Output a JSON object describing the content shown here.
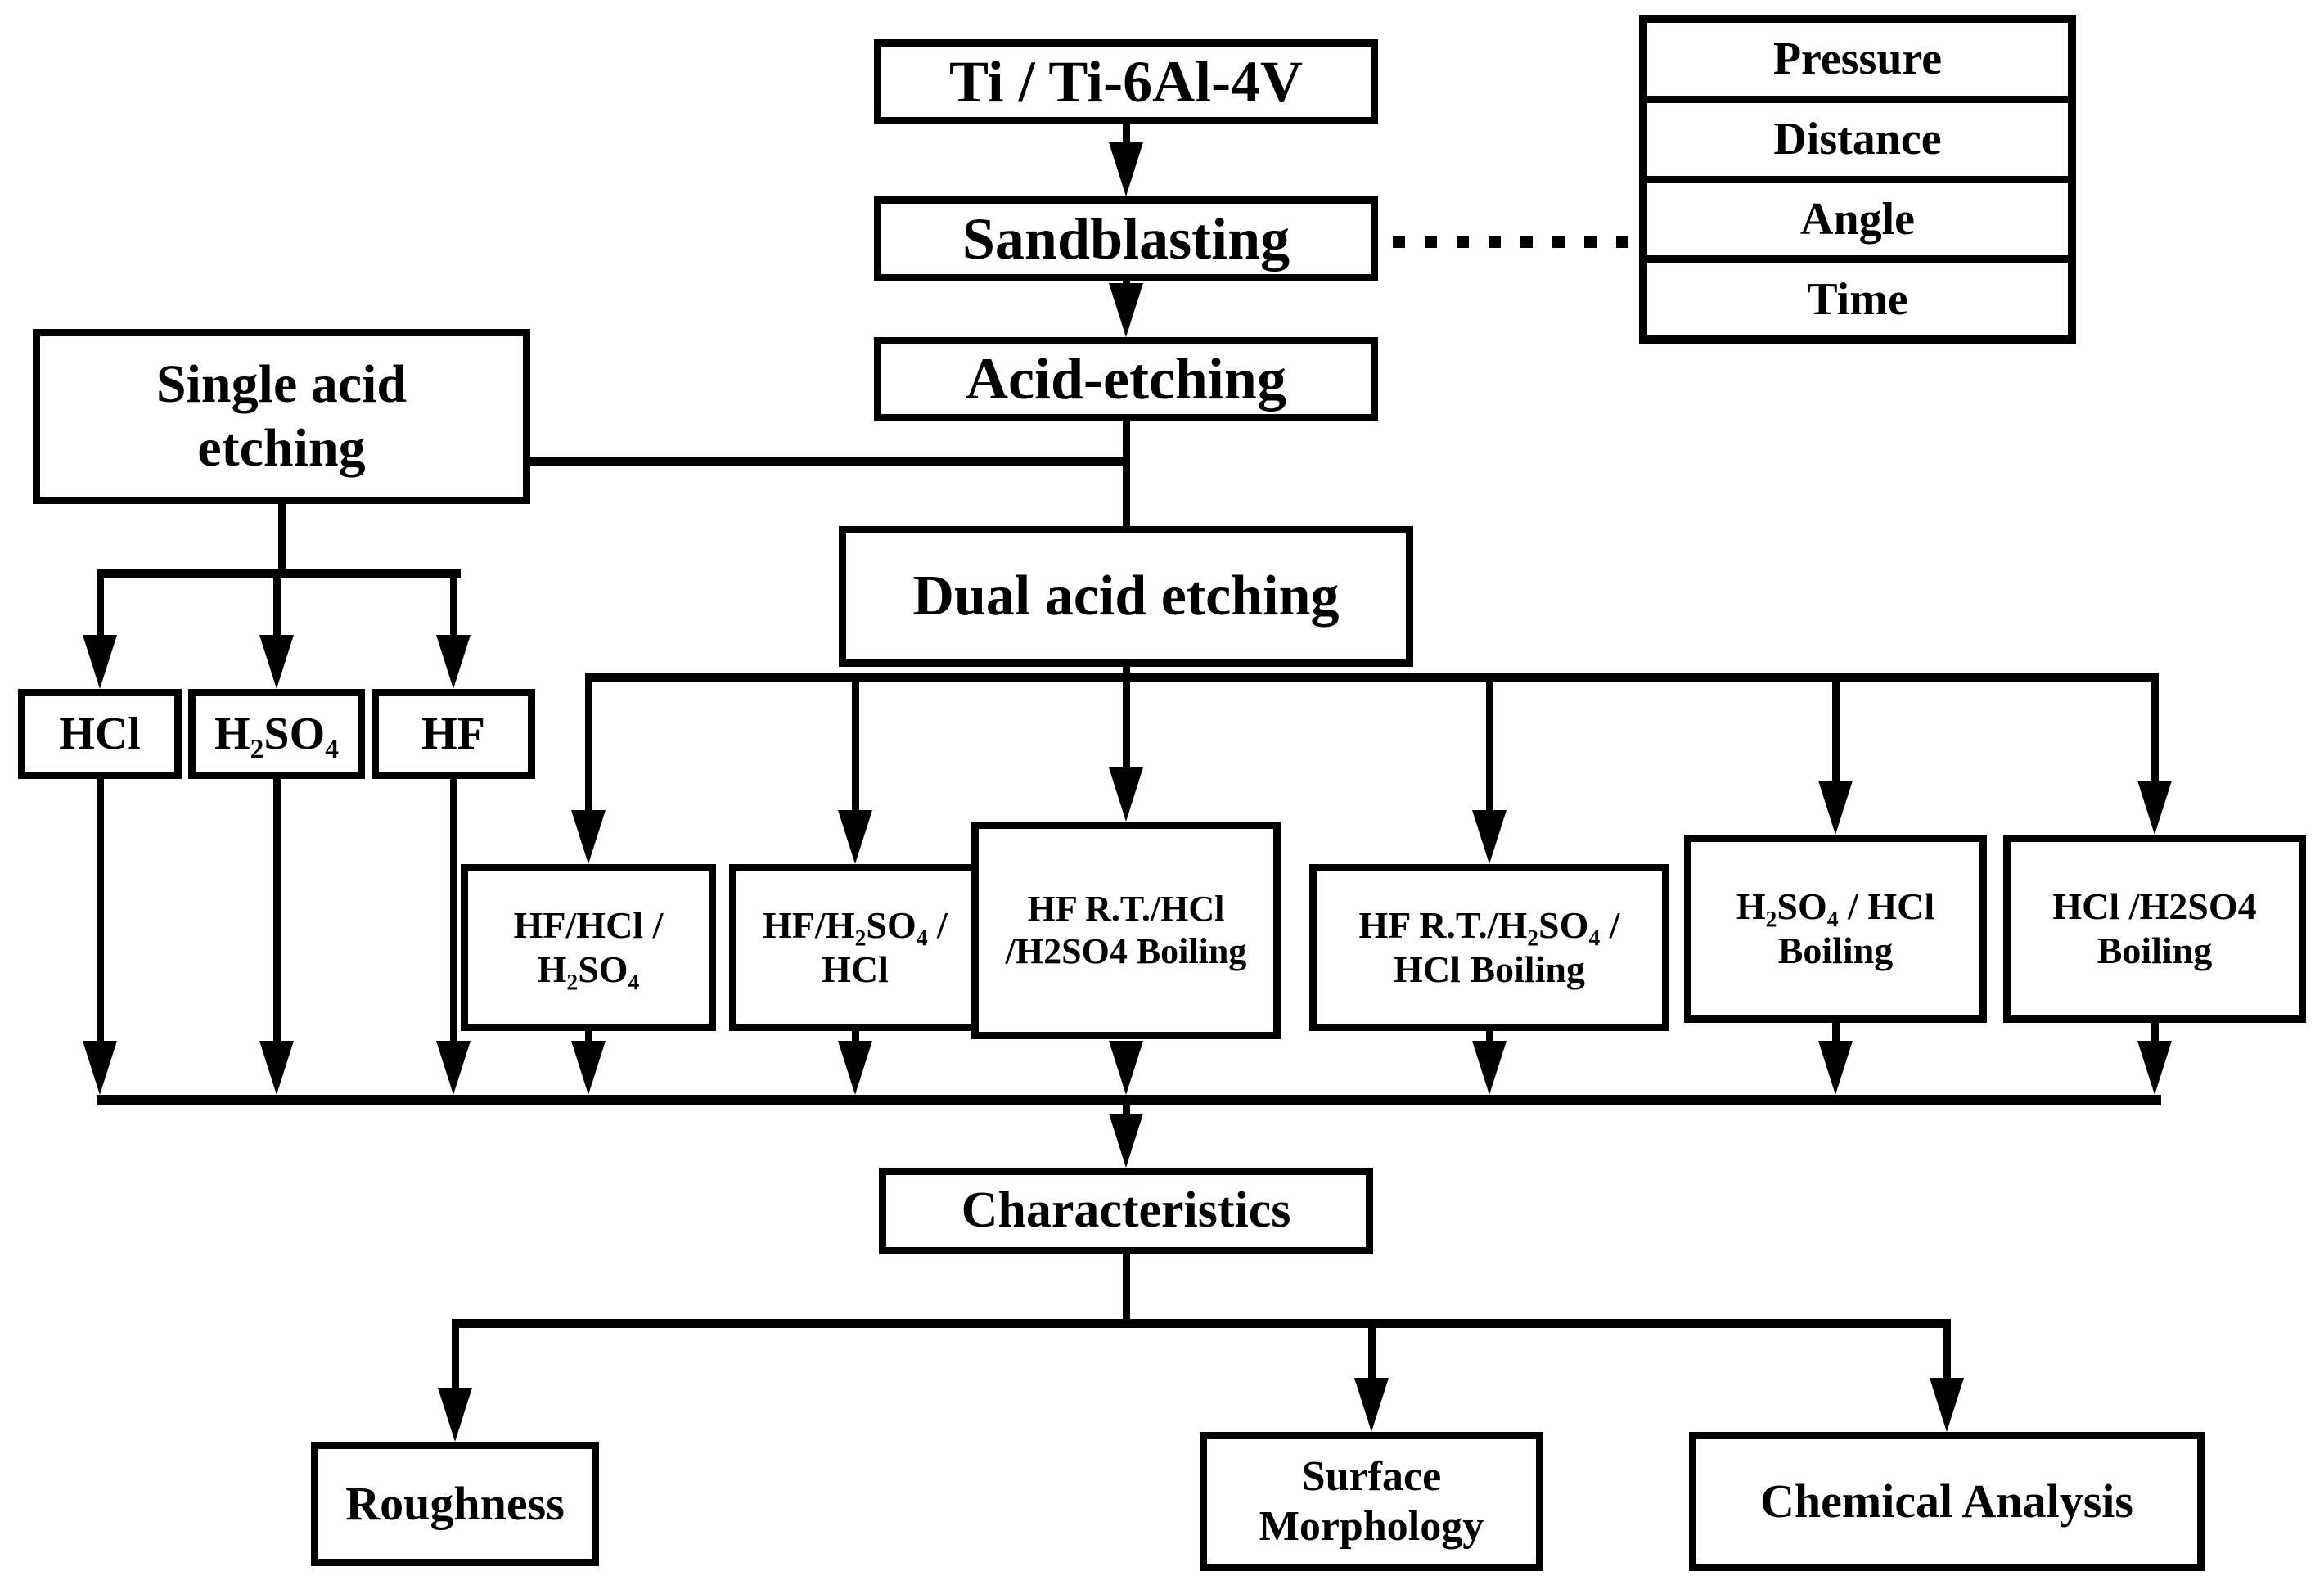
{
  "diagram": {
    "nodes": {
      "material": "Ti / Ti-6Al-4V",
      "sandblasting": "Sandblasting",
      "acid_etching": "Acid-etching",
      "single_acid_etching": "Single acid\netching",
      "dual_acid_etching": "Dual acid etching",
      "characteristics": "Characteristics",
      "roughness": "Roughness",
      "surface_morphology": "Surface\nMorphology",
      "chemical_analysis": "Chemical Analysis"
    },
    "sandblasting_parameters": [
      "Pressure",
      "Distance",
      "Angle",
      "Time"
    ],
    "single_acid_treatments": [
      "HCl",
      "H₂SO₄",
      "HF"
    ],
    "dual_acid_treatments": [
      "HF/HCl /\nH₂SO₄",
      "HF/H₂SO₄ /\nHCl",
      "HF R.T./HCl\n/H2SO4 Boiling",
      "HF R.T./H₂SO₄ /\nHCl Boiling",
      "H₂SO₄ / HCl\nBoiling",
      "HCl /H2SO4\nBoiling"
    ],
    "colors": {
      "line": "#000000",
      "background": "#ffffff",
      "text": "#000000"
    }
  }
}
